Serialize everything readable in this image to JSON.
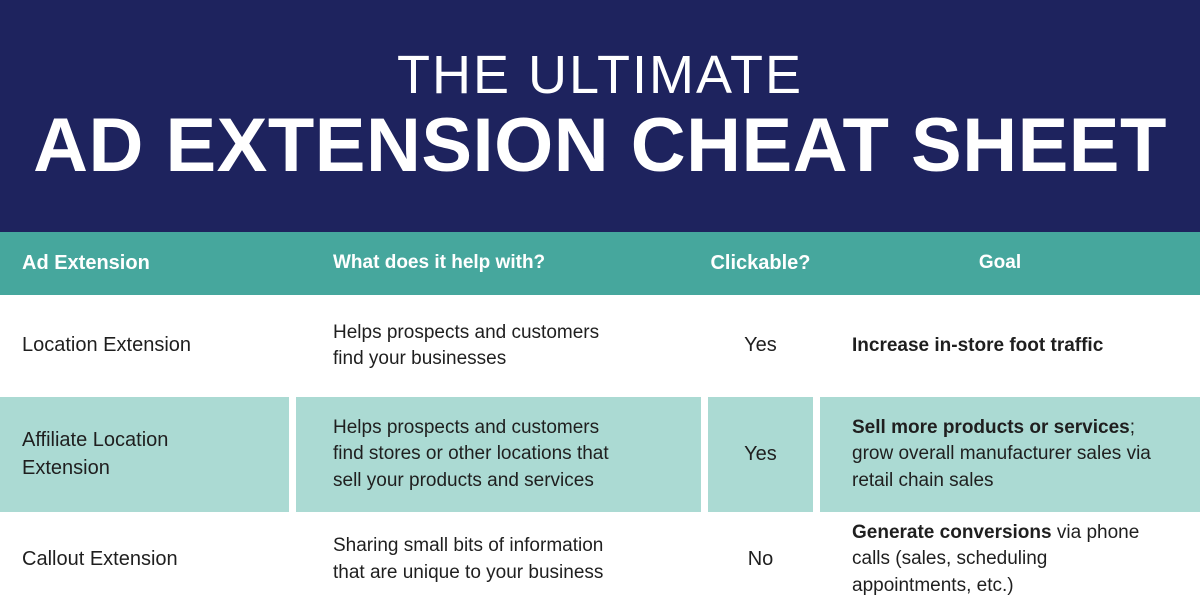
{
  "header": {
    "subtitle": "THE ULTIMATE",
    "title": "AD EXTENSION CHEAT SHEET"
  },
  "colors": {
    "navy": "#1e235e",
    "teal": "#46a79d",
    "light_teal": "#abdad3",
    "text": "#1f1f1f",
    "white": "#ffffff"
  },
  "table": {
    "columns": [
      "Ad Extension",
      "What does it help with?",
      "Clickable?",
      "Goal"
    ],
    "rows": [
      {
        "name": "Location Extension",
        "help": "Helps prospects and customers find your businesses",
        "clickable": "Yes",
        "goal_bold": "Increase in-store foot traffic",
        "goal_rest": ""
      },
      {
        "name": "Affiliate Location Extension",
        "help": "Helps prospects and customers find stores or other locations that sell your products and services",
        "clickable": "Yes",
        "goal_bold": "Sell more products or services",
        "goal_rest": "; grow overall manufacturer sales via retail chain sales"
      },
      {
        "name": "Callout Extension",
        "help": "Sharing small bits of information that are unique to your business",
        "clickable": "No",
        "goal_bold": "Generate conversions",
        "goal_rest": " via phone calls (sales, scheduling appointments, etc.)"
      }
    ]
  }
}
